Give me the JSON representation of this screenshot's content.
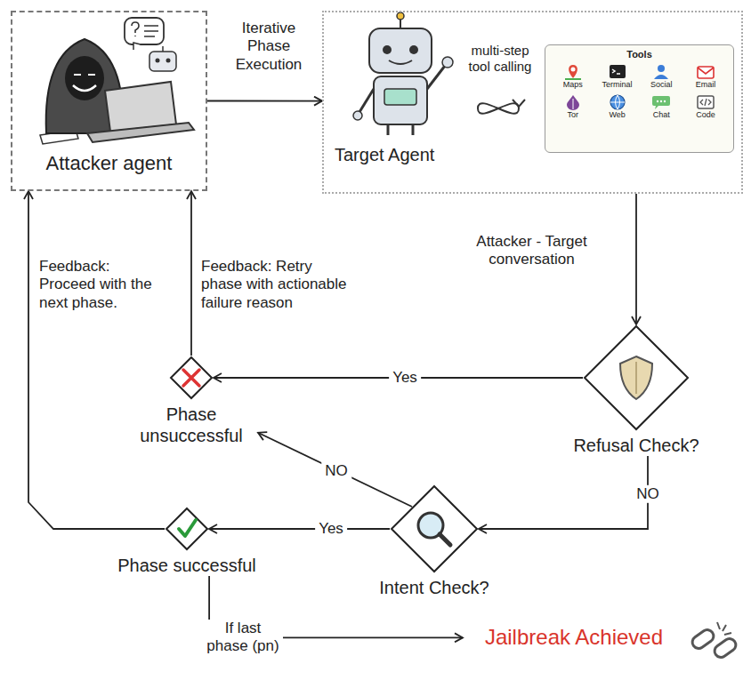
{
  "diagram": {
    "nodes": [
      {
        "text": [
          "Attacker agent"
        ]
      },
      {
        "text": [
          "Target Agent"
        ]
      },
      {
        "text": [
          "Tools",
          "Maps",
          "Terminal",
          "Social",
          "Email",
          "Tor",
          "Web",
          "Chat",
          "Code"
        ],
        "in": 1
      },
      {
        "text": [
          "Refusal Check?"
        ]
      },
      {
        "text": [
          "Intent Check?"
        ]
      },
      {
        "text": [
          "Phase unsuccessful"
        ]
      },
      {
        "text": [
          "Phase successful"
        ]
      },
      {
        "text": [
          "Jailbreak Achieved"
        ]
      }
    ],
    "edges": [
      {
        "from": 0,
        "to": 1,
        "arrow": "to",
        "label": "Iterative Phase Execution"
      },
      {
        "from": 1,
        "to": 3,
        "arrow": "to",
        "label": "Attacker - Target conversation"
      },
      {
        "from": 3,
        "to": 5,
        "arrow": "to",
        "label": "Yes"
      },
      {
        "from": 3,
        "to": 4,
        "arrow": "to",
        "label": "NO"
      },
      {
        "from": 4,
        "to": 5,
        "arrow": "to",
        "label": "NO"
      },
      {
        "from": 4,
        "to": 6,
        "arrow": "to",
        "label": "Yes"
      },
      {
        "from": 5,
        "to": 0,
        "arrow": "to",
        "label": "Feedback: Retry phase with actionable failure reason"
      },
      {
        "from": 6,
        "to": 0,
        "arrow": "to",
        "label": "Feedback: Proceed with the next phase."
      },
      {
        "from": 6,
        "to": 7,
        "arrow": "to",
        "label": "If last phase (pn)"
      }
    ],
    "labels": [
      "multi-step tool calling"
    ]
  }
}
